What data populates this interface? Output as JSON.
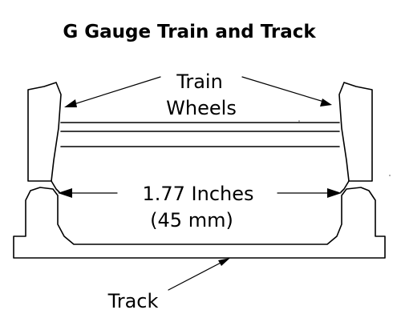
{
  "diagram": {
    "title": "G Gauge Train and Track",
    "labels": {
      "train_line1": "Train",
      "train_line2": "Wheels",
      "measure_line1": "1.77 Inches",
      "measure_line2": "(45 mm)",
      "track": "Track"
    }
  }
}
